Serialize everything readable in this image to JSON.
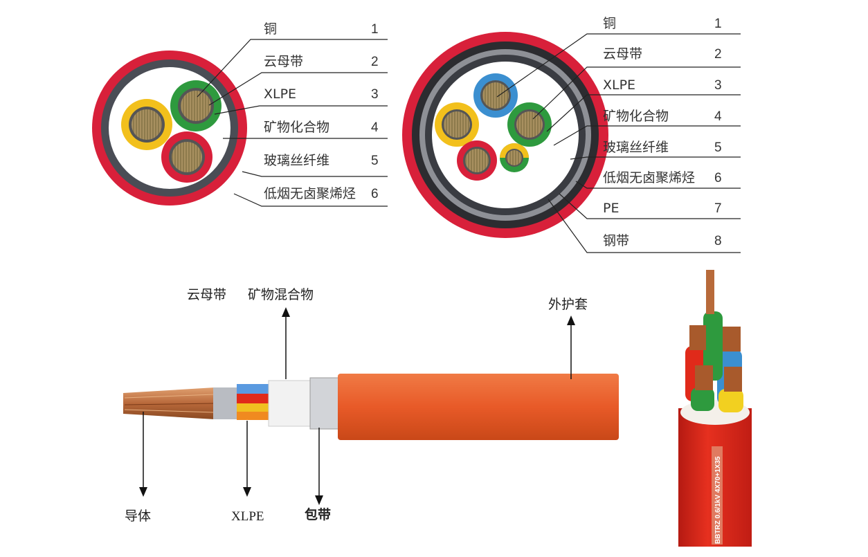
{
  "diagram_left": {
    "title": "3-core cross section",
    "layers": [
      {
        "label": "铜",
        "number": "1"
      },
      {
        "label": "云母带",
        "number": "2"
      },
      {
        "label": "XLPE",
        "number": "3"
      },
      {
        "label": "矿物化合物",
        "number": "4"
      },
      {
        "label": "玻璃丝纤维",
        "number": "5"
      },
      {
        "label": "低烟无卤聚烯烃",
        "number": "6"
      }
    ]
  },
  "diagram_right": {
    "layers": [
      {
        "label": "铜",
        "number": "1"
      },
      {
        "label": "云母带",
        "number": "2"
      },
      {
        "label": "XLPE",
        "number": "3"
      },
      {
        "label": "矿物化合物",
        "number": "4"
      },
      {
        "label": "玻璃丝纤维",
        "number": "5"
      },
      {
        "label": "低烟无卤聚烯烃",
        "number": "6"
      },
      {
        "label": "PE",
        "number": "7"
      },
      {
        "label": "钢带",
        "number": "8"
      }
    ]
  },
  "cable_side": {
    "labels": {
      "mica": "云母带",
      "mineral": "矿物混合物",
      "sheath": "外护套",
      "conductor": "导体",
      "xlpe": "XLPE",
      "wrap": "包带"
    }
  },
  "cable_photo": {
    "print_text": "BBTRZ 0.6/1kV 4X70+1X35"
  },
  "colors": {
    "sheath_red": "#d8203a",
    "orange_sheath": "#ec5a2a",
    "copper": "#a8864a",
    "green": "#2e9a3e",
    "yellow": "#f2c01c",
    "blue": "#3b8fd0"
  }
}
